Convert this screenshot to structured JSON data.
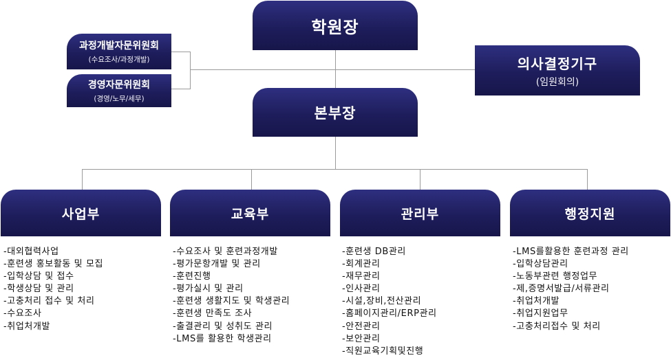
{
  "director": "학원장",
  "head": "본부장",
  "decision_body": {
    "title": "의사결정기구",
    "subtitle": "(임원회의)"
  },
  "committees": [
    {
      "title": "과정개발자문위원회",
      "subtitle": "(수요조사/과정개발)"
    },
    {
      "title": "경영자문위원회",
      "subtitle": "(경영/노무/세무)"
    }
  ],
  "departments": [
    {
      "name": "사업부",
      "tasks": [
        "-대외협력사업",
        "-훈련생 홍보활동 및 모집",
        "-입학상담 및 접수",
        "-학생상담 및 관리",
        "-고충처리 접수 및 처리",
        "-수요조사",
        "-취업처개발"
      ]
    },
    {
      "name": "교육부",
      "tasks": [
        "-수요조사 및 훈련과정개발",
        "-평가문항개발 및 관리",
        "-훈련진행",
        "-평가실시 및 관리",
        "-훈련생 생활지도 및 학생관리",
        "-훈련생 만족도 조사",
        "-출결관리 및 성취도 관리",
        "-LMS를 활용한 학생관리"
      ]
    },
    {
      "name": "관리부",
      "tasks": [
        "-훈련생 DB관리",
        "-회계관리",
        "-재무관리",
        "-인사관리",
        "-시설,장비,전산관리",
        "-홈페이지관리/ERP관리",
        "-안전관리",
        "-보안관리",
        "-직원교육기획및진행"
      ]
    },
    {
      "name": "행정지원",
      "tasks": [
        "-LMS를활용한 훈련과정 관리",
        "-입학상담관리",
        "-노동부관련 행정업무",
        "-제,증명서발급/서류관리",
        "-취업처개발",
        "-취업지원업무",
        "-고충처리접수 및 처리"
      ]
    }
  ]
}
